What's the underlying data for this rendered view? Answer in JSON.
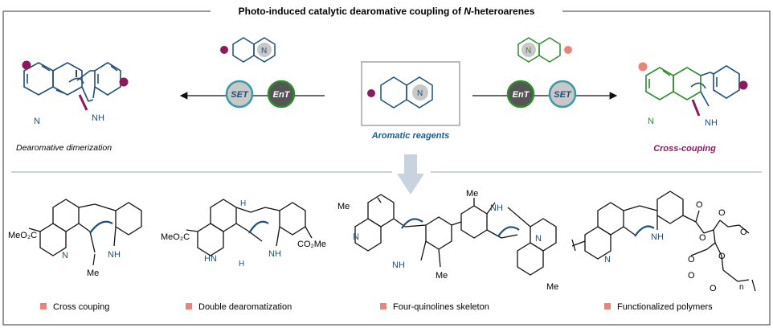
{
  "title_prefix": "Photo-induced catalytic dearomative coupling of ",
  "title_italic": "N",
  "title_suffix": "-heteroarenes",
  "top": {
    "left_caption": "Dearomative dimerization",
    "center_caption": "Aromatic reagents",
    "right_caption": "Cross-couping",
    "set_label": "SET",
    "ent_label": "EnT",
    "n_label": "N",
    "nh_label": "NH"
  },
  "bottom": {
    "captions": [
      "Cross couping",
      "Double dearomatization",
      "Four-quinolines skeleton",
      "Functionalized polymers"
    ],
    "labels": {
      "meo2c": "MeO₂C",
      "co2me": "CO₂Me",
      "me": "Me",
      "n": "N",
      "nh": "NH",
      "hn": "HN",
      "h": "H",
      "o": "O",
      "n_sub": "n"
    }
  },
  "colors": {
    "blue": "#1f4e79",
    "green": "#2e8b2e",
    "teal": "#3a9aa8",
    "magenta": "#8b1a5c",
    "salmon": "#e8857a",
    "navy_caption": "#1f5a8a",
    "bullet": "#e8857a"
  }
}
